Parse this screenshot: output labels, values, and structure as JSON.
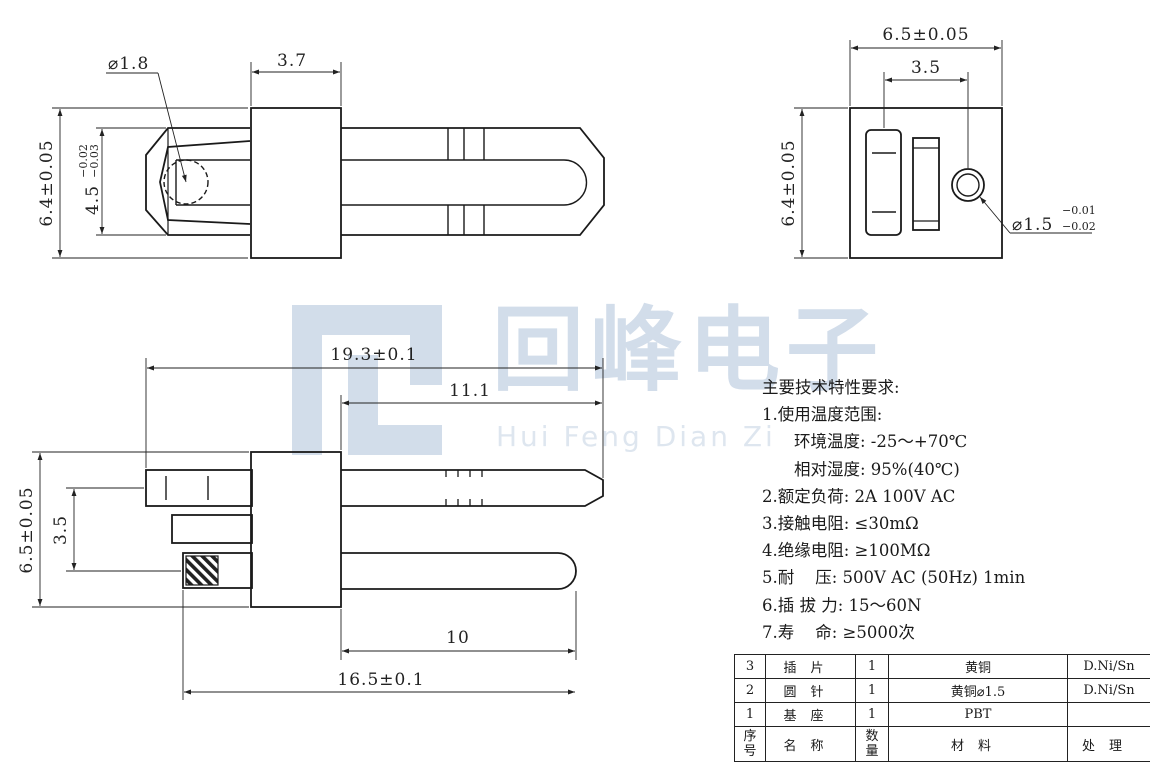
{
  "watermark": {
    "brand": "回峰电子",
    "pinyin": "Hui Feng Dian Zi"
  },
  "dims": {
    "hole_diameter": "⌀1.8",
    "top_pin_length": "3.7",
    "left_height_main": "6.4±0.05",
    "left_height_inner": "4.5",
    "left_height_inner_tol_upper": "−0.02",
    "left_height_inner_tol_lower": "−0.03",
    "end_width": "6.5±0.05",
    "end_spacing": "3.5",
    "end_height": "6.4±0.05",
    "pin_diameter": "⌀1.5",
    "pin_diameter_tol_upper": "−0.01",
    "pin_diameter_tol_lower": "−0.02",
    "side_overall_length": "19.3±0.1",
    "side_blade_length": "11.1",
    "side_height": "6.5±0.05",
    "side_spacing": "3.5",
    "side_pin_length": "10",
    "side_pin_overall": "16.5±0.1"
  },
  "specs": {
    "title": "主要技术特性要求:",
    "temp_range": "1.使用温度范围:",
    "env_temp": "环境温度: -25～+70℃",
    "humidity": "相对湿度: 95%(40℃)",
    "rated_load": "2.额定负荷: 2A 100V AC",
    "contact_res": "3.接触电阻: ≤30mΩ",
    "insulation_res": "4.绝缘电阻: ≥100MΩ",
    "withstand_voltage": "5.耐    压: 500V AC (50Hz) 1min",
    "insertion_force": "6.插 拔 力: 15～60N",
    "life": "7.寿    命: ≥5000次"
  },
  "bom": {
    "rows": [
      {
        "no": "3",
        "name": "插片",
        "qty": "1",
        "material": "黄铜",
        "finish": "D.Ni/Sn"
      },
      {
        "no": "2",
        "name": "圆针",
        "qty": "1",
        "material": "黄铜⌀1.5",
        "finish": "D.Ni/Sn"
      },
      {
        "no": "1",
        "name": "基座",
        "qty": "1",
        "material": "PBT",
        "finish": ""
      }
    ],
    "header": {
      "no": "序号",
      "name": "名称",
      "qty": "数量",
      "material": "材料",
      "finish": "处理"
    }
  }
}
